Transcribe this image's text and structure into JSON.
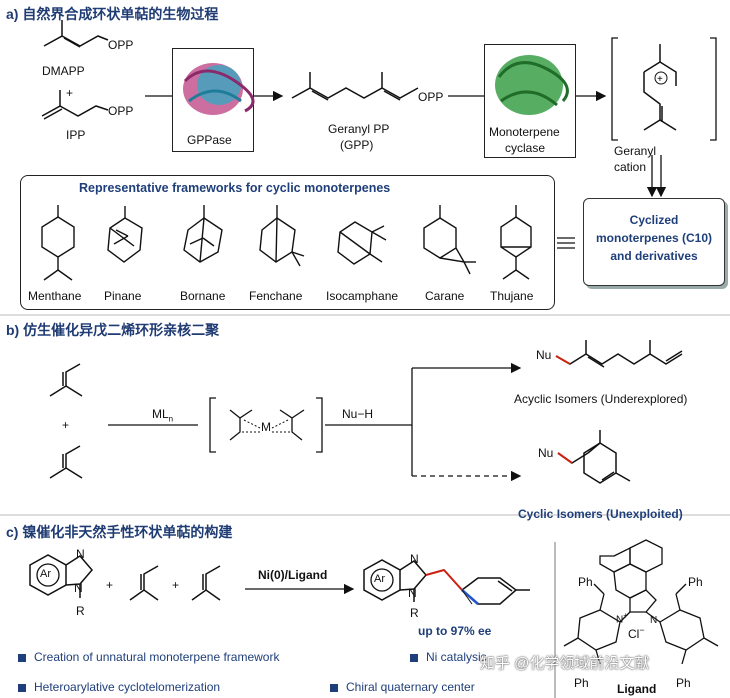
{
  "section_a": {
    "title": "a) 自然界合成环状单萜的生物过程",
    "dmapp": "DMAPP",
    "plus": "+",
    "ipp": "IPP",
    "opp": "OPP",
    "gppase": "GPPase",
    "geranyl_pp": "Geranyl PP",
    "gpp": "(GPP)",
    "cyclase_line1": "Monoterpene",
    "cyclase_line2": "cyclase",
    "cation_line1": "Geranyl",
    "cation_line2": "cation",
    "frameworks_title": "Representative frameworks for cyclic monoterpenes",
    "frameworks": [
      "Menthane",
      "Pinane",
      "Bornane",
      "Fenchane",
      "Isocamphane",
      "Carane",
      "Thujane"
    ],
    "result_line1": "Cyclized",
    "result_line2": "monoterpenes  (C10)",
    "result_line3": "and derivatives"
  },
  "section_b": {
    "title": "b)  仿生催化异戊二烯环形亲核二聚",
    "plus": "+",
    "catalyst": "ML",
    "catalyst_sub": "n",
    "metal": "M",
    "nucleophile": "Nu−H",
    "nu": "Nu",
    "acyclic": "Acyclic Isomers (Underexplored)",
    "cyclic": "Cyclic Isomers (Unexploited)"
  },
  "section_c": {
    "title": "c) 镍催化非天然手性环状单萜的构建",
    "ar": "Ar",
    "n": "N",
    "r": "R",
    "plus": "+",
    "conditions": "Ni(0)/Ligand",
    "ee": "up to 97% ee",
    "ph": "Ph",
    "cl": "Cl",
    "cl_charge": "−",
    "n_plus": "+",
    "ligand": "Ligand",
    "bullets": [
      "Creation of unnatural monoterpene framework",
      "Ni catalysis",
      "Heteroarylative cyclotelomerization",
      "Chiral quaternary center"
    ]
  },
  "watermark": "知乎 @化学领域前沿文献"
}
